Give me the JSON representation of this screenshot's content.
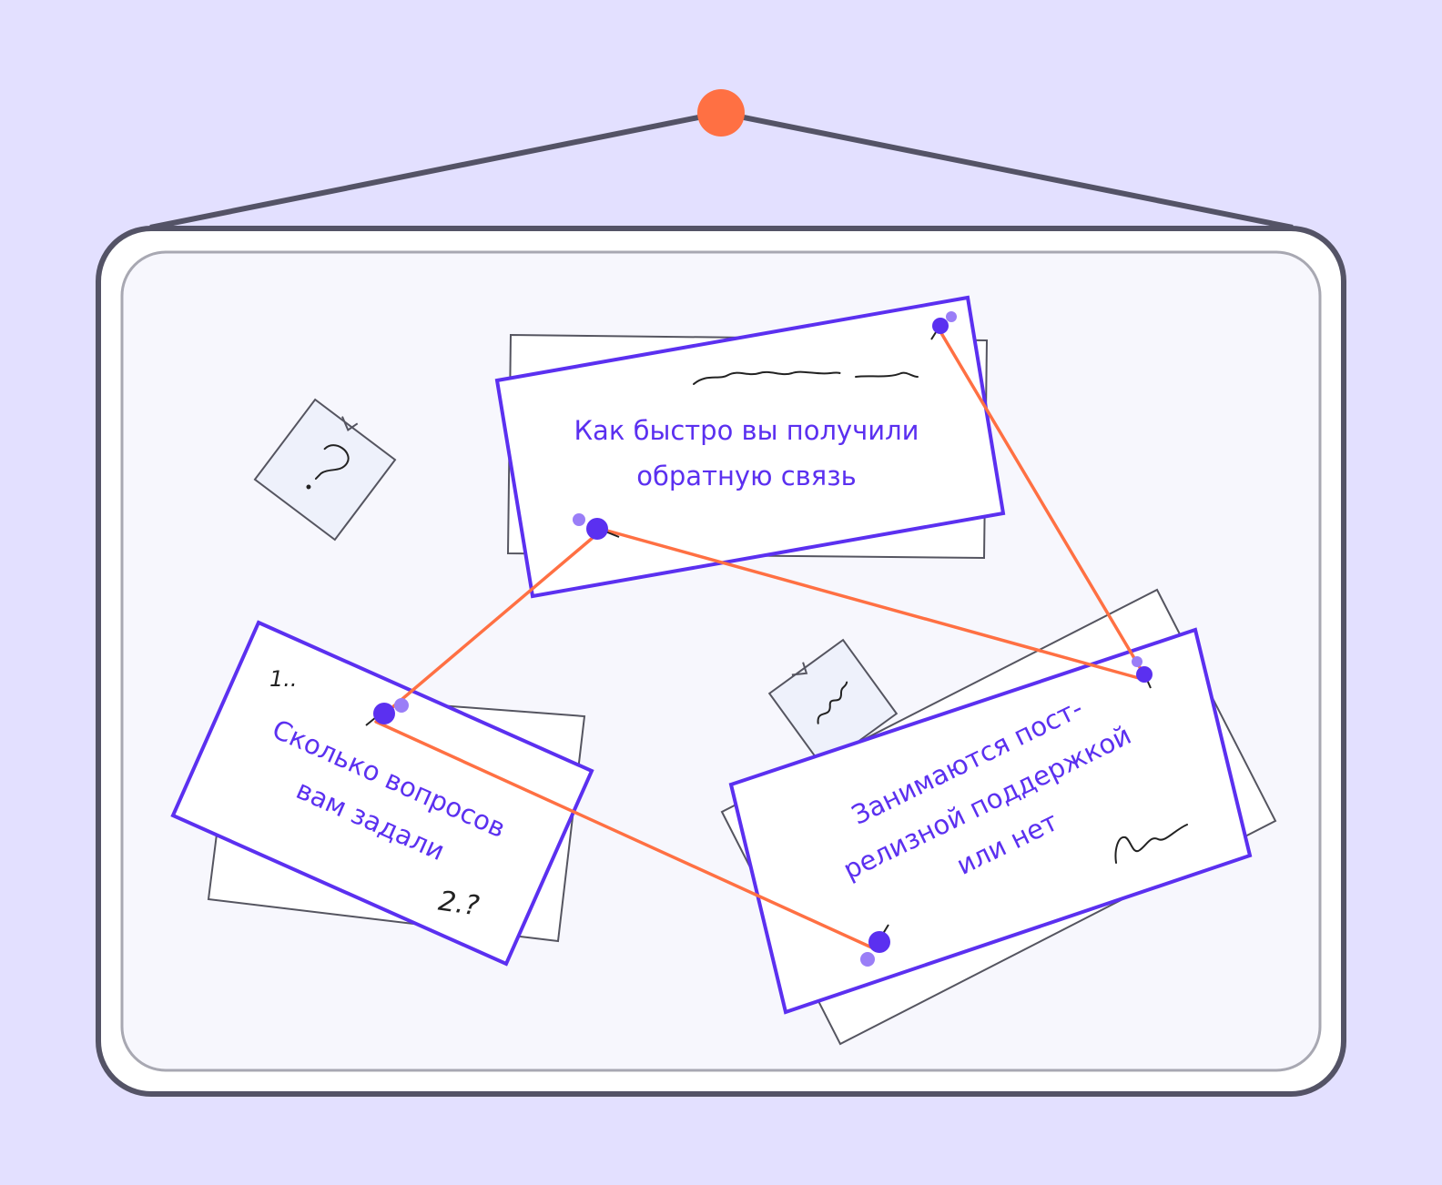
{
  "colors": {
    "background": "#e3e0ff",
    "board_frame": "#545366",
    "board_inner_border": "#a8a8b2",
    "board_surface": "#f7f7fd",
    "card_border": "#5b30f0",
    "card_text": "#5b30f0",
    "string": "#ff7043",
    "hanging_pin": "#ff7043",
    "pin_dark": "#5b30f0",
    "pin_light": "#9a7ef7",
    "paper_outline": "#555560",
    "sticky_note": "#eef1fb"
  },
  "cards": {
    "feedback": {
      "line1": "Как быстро вы получили",
      "line2": "обратную связь"
    },
    "questions": {
      "line1": "Сколько вопросов",
      "line2": "вам задали",
      "note_top": "1..",
      "note_bottom": "2.?"
    },
    "support": {
      "line1": "Занимаются пост-",
      "line2": "релизной поддержкой",
      "line3": "или нет"
    }
  },
  "icons": {
    "question_note": "question-mark-icon",
    "scribble_note": "scribble-icon",
    "pin": "push-pin-icon",
    "hanging_pin": "hanging-pin-icon"
  }
}
